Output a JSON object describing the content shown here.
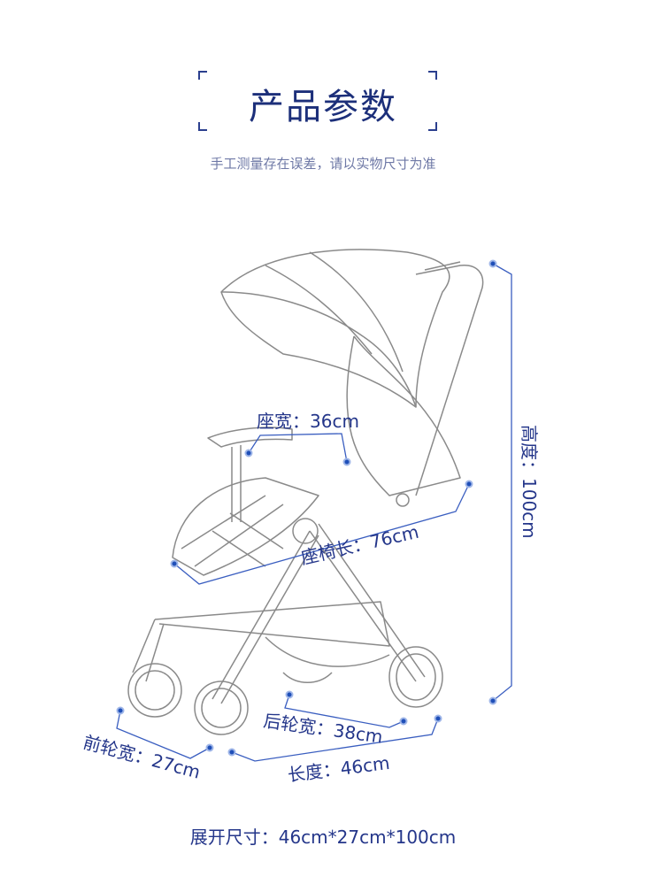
{
  "header": {
    "title": "产品参数",
    "subtitle": "手工测量存在误差，请以实物尺寸为准"
  },
  "dimensions": {
    "seat_width": "座宽：36cm",
    "seat_length": "座椅长：76cm",
    "height": "高度：100cm",
    "rear_wheel_width": "后轮宽：38cm",
    "length": "长度：46cm",
    "front_wheel_width": "前轮宽：27cm"
  },
  "footer": {
    "unfolded_size": "展开尺寸：46cm*27cm*100cm"
  },
  "colors": {
    "title": "#1c2f7a",
    "label": "#24368a",
    "line": "#3a5ec0",
    "outline": "#8a8a8a"
  }
}
